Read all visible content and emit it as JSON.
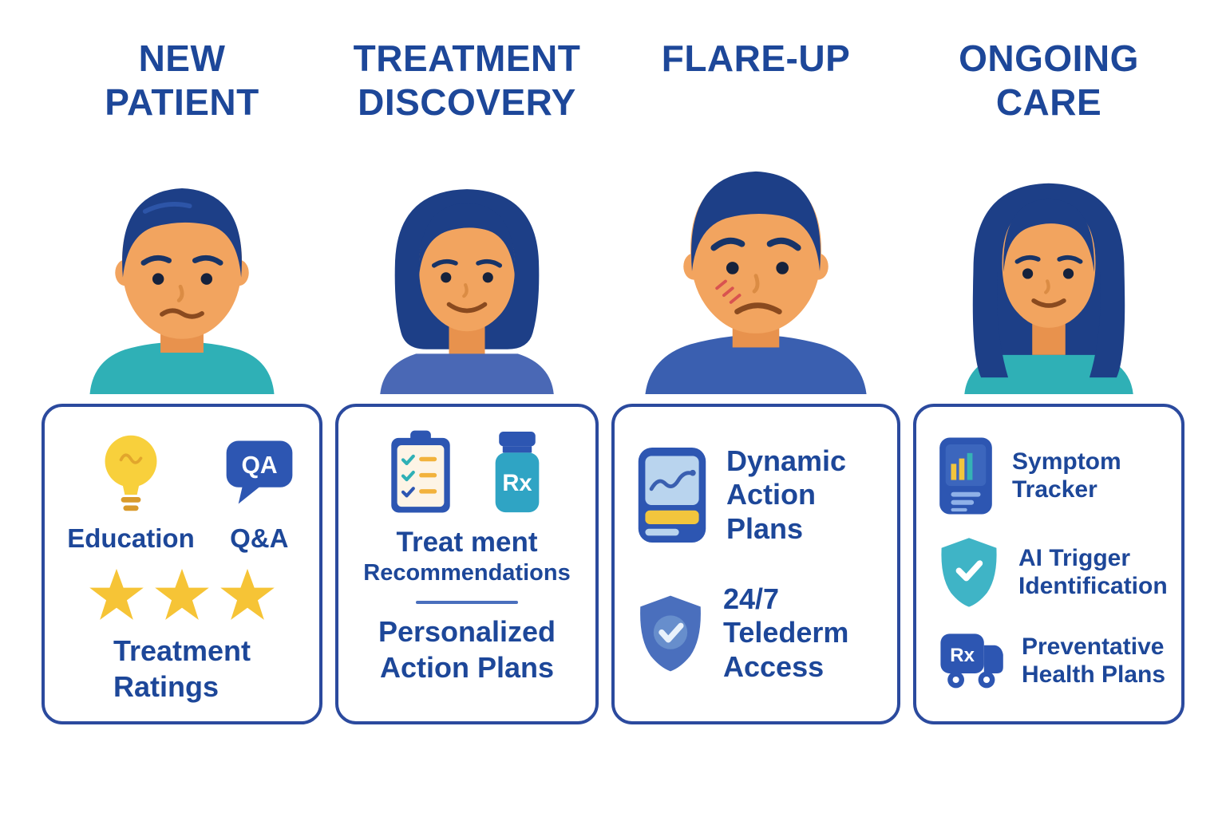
{
  "palette": {
    "primary_text": "#1d4799",
    "card_border": "#2b4a9e",
    "teal": "#2fb0b6",
    "yellow": "#f6cb3e",
    "hair_blue": "#1d3f87",
    "skin": "#f2a45f"
  },
  "columns": [
    {
      "title": "NEW\nPATIENT",
      "persona": "new patient man",
      "card": {
        "education_label": "Education",
        "qa_label": "Q&A",
        "qa_icon_text": "QA",
        "stars": 3,
        "rating_label": "Treatment\nRatings"
      }
    },
    {
      "title": "TREATMENT\nDISCOVERY",
      "persona": "treatment discovery woman",
      "card": {
        "rx_icon_text": "Rx",
        "heading": "Treat ment",
        "subheading": "Recommendations",
        "plans_label": "Personalized\nAction Plans"
      }
    },
    {
      "title": "FLARE-UP",
      "persona": "flare-up worried man",
      "card": {
        "features": [
          {
            "icon": "action-plan-phone-icon",
            "label": "Dynamic\nAction\nPlans"
          },
          {
            "icon": "telederm-shield-icon",
            "label": "24/7\nTelederm\nAccess"
          }
        ]
      }
    },
    {
      "title": "ONGOING\nCARE",
      "persona": "ongoing care woman",
      "card": {
        "rx_icon_text": "Rx",
        "features": [
          {
            "icon": "symptom-tracker-phone-icon",
            "label": "Symptom\nTracker"
          },
          {
            "icon": "ai-trigger-shield-icon",
            "label": "AI Trigger\nIdentification"
          },
          {
            "icon": "rx-delivery-icon",
            "label": "Preventative\nHealth Plans"
          }
        ]
      }
    }
  ]
}
